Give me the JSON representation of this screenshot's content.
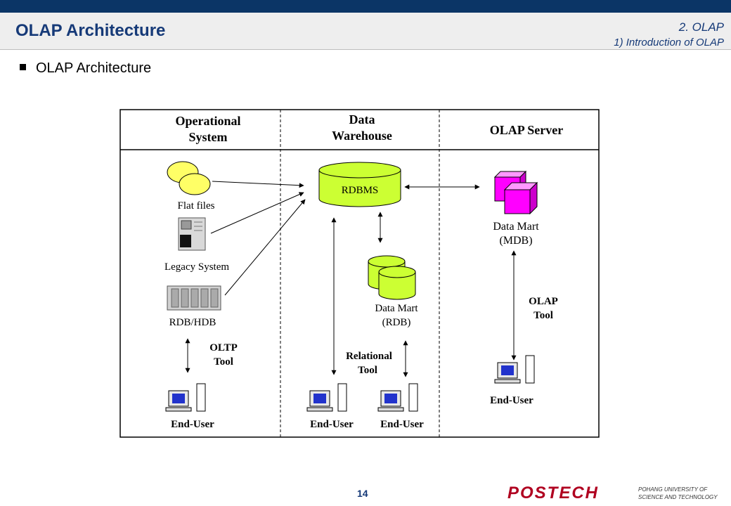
{
  "header": {
    "title": "OLAP Architecture",
    "section_line1": "2. OLAP",
    "section_line2": "1) Introduction of OLAP"
  },
  "bullet": {
    "text": "OLAP Architecture"
  },
  "diagram": {
    "columns": {
      "operational_line1": "Operational",
      "operational_line2": "System",
      "warehouse_line1": "Data",
      "warehouse_line2": "Warehouse",
      "olap_server": "OLAP Server"
    },
    "labels": {
      "flat_files": "Flat files",
      "legacy_system": "Legacy System",
      "rdb_hdb": "RDB/HDB",
      "rdbms": "RDBMS",
      "data_mart_rdb_line1": "Data Mart",
      "data_mart_rdb_line2": "(RDB)",
      "data_mart_mdb_line1": "Data Mart",
      "data_mart_mdb_line2": "(MDB)",
      "oltp_tool_line1": "OLTP",
      "oltp_tool_line2": "Tool",
      "relational_tool_line1": "Relational",
      "relational_tool_line2": "Tool",
      "olap_tool_line1": "OLAP",
      "olap_tool_line2": "Tool",
      "end_user_1": "End-User",
      "end_user_2": "End-User",
      "end_user_3": "End-User",
      "end_user_4": "End-User"
    },
    "colors": {
      "rdbms_fill": "#ccff33",
      "data_mart_rdb_fill": "#ccff33",
      "data_mart_mdb_fill": "#ff00ff",
      "flat_files_fill": "#ffff66"
    }
  },
  "footer": {
    "page_number": "14",
    "logo_text": "POSTECH",
    "logo_sub_line1": "POHANG UNIVERSITY OF",
    "logo_sub_line2": "SCIENCE AND TECHNOLOGY",
    "logo_color": "#b00020"
  }
}
